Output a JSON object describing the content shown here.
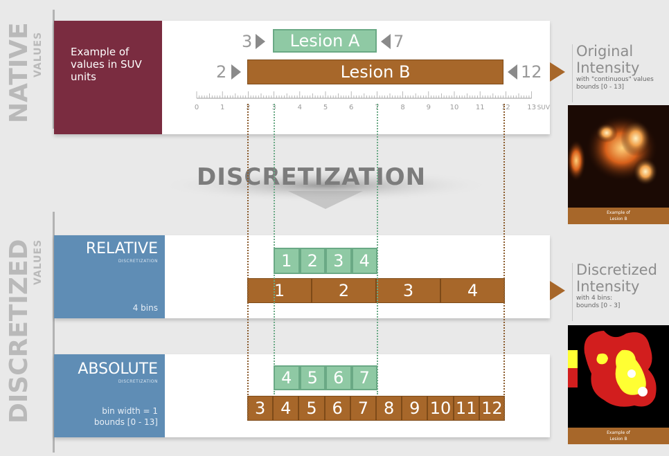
{
  "native": {
    "side_big": "NATIVE",
    "side_small": "VALUES",
    "panel_label": "Example of\nvalues in SUV\nunits",
    "lesion_a": {
      "label": "Lesion A",
      "low": "3",
      "high": "7"
    },
    "lesion_b": {
      "label": "Lesion B",
      "low": "2",
      "high": "12"
    },
    "ruler_ticks": [
      "0",
      "1",
      "2",
      "3",
      "4",
      "5",
      "6",
      "7",
      "8",
      "9",
      "10",
      "11",
      "12",
      "13"
    ],
    "ruler_unit": "SUV"
  },
  "discretization_title": "DISCRETIZATION",
  "discretized": {
    "side_big": "DISCRETIZED",
    "side_small": "VALUES"
  },
  "relative": {
    "heading": "RELATIVE",
    "subheading": "DISCRETIZATION",
    "detail": "4 bins",
    "lesion_a_bins": [
      "1",
      "2",
      "3",
      "4"
    ],
    "lesion_b_bins": [
      "1",
      "2",
      "3",
      "4"
    ]
  },
  "absolute": {
    "heading": "ABSOLUTE",
    "subheading": "DISCRETIZATION",
    "detail": "bin width = 1\nbounds [0 - 13]",
    "lesion_a_bins": [
      "4",
      "5",
      "6",
      "7"
    ],
    "lesion_b_bins": [
      "3",
      "4",
      "5",
      "6",
      "7",
      "8",
      "9",
      "10",
      "11",
      "12"
    ]
  },
  "original_intensity": {
    "title_1": "Original",
    "title_2": "Intensity",
    "sub_1": "with \"continuous\" values",
    "sub_2": "bounds [0 - 13]",
    "thumb_caption_1": "Example of",
    "thumb_caption_2": "Lesion B"
  },
  "discretized_intensity": {
    "title_1": "Discretized",
    "title_2": "Intensity",
    "sub_1": "with 4 bins:",
    "sub_2": "bounds [0 - 3]",
    "thumb_caption_1": "Example of",
    "thumb_caption_2": "Lesion B"
  },
  "colors": {
    "native_panel": "#7a2c40",
    "discretized_panel": "#5f8db5",
    "lesion_a": "#8fc9a4",
    "lesion_b": "#a7672a"
  }
}
